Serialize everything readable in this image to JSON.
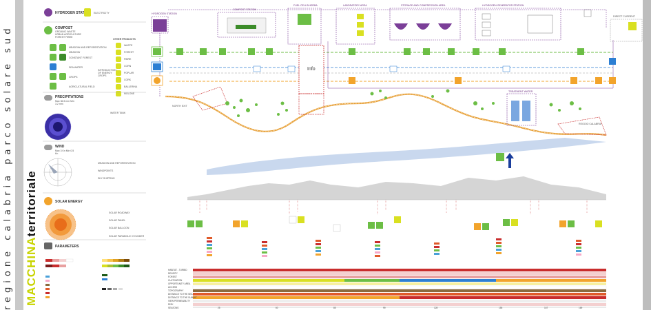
{
  "side_text": "regione calabria parco solare sud",
  "strip_text": "territoriale",
  "title_a": "MACCHINA",
  "title_b": "territoriale",
  "legend": {
    "hydrogen_station": "HYDROGEN STATION",
    "electricity": "ELECTRICITY",
    "compost": "COMPOST",
    "compost_sub": "ORGANIC WASTE  URBAN  AGRICULTURE  FOREST  FIBRE",
    "precipitation": "PRECIPITATIONS",
    "precip_sub": "Max 36.5 mm  Min 3.2 mm",
    "wind": "WIND",
    "wind_sub": "Max 3 Kn  Min 0.5 Kn",
    "solar": "SOLAR ENERGY",
    "parameters": "PARAMETERS",
    "items": [
      "MEADOW AND REFORESTATION",
      "MEADOW",
      "CONSTANT FOREST",
      "SEA WATER",
      "CROPS",
      "AGRICULTURAL FIELD",
      "WATER TANK",
      "MEADOW AND REFORESTATION",
      "WINDPOINTS",
      "SKY SHIPPING",
      "SOLAR ROADWAY",
      "SOLAR PANEL",
      "SOLAR BALLOON",
      "SOLAR PARABOLIC CYLINDER"
    ],
    "other_products": "OTHER PRODUCTS",
    "products": [
      "WASTE",
      "FOREST",
      "FIBRE",
      "CORN",
      "POPLAR",
      "CORK",
      "BALLERINA",
      "MOLONE"
    ],
    "intro_energy": "INTRODUCTION OF ENERGY CROPS"
  },
  "stations": {
    "hydrogen": "HYDROGEN STATION",
    "compost": "COMPOST STATION",
    "fuel_cell": "FUEL CELLS/HERBA",
    "laboratory": "LABORATORY AREA",
    "storage": "STORAGE AND COMPRESSION AREA",
    "hydrogen_gen": "HYDROGEN GENERATOR STATION",
    "direct_current": "DIRECT CURRENT",
    "info": "Info",
    "treatment": "TREATMENT WATER",
    "reggio": "REGGIO CALABRIA",
    "nord": "NORTH EXIT"
  },
  "table_rows": [
    "HABITAT - TURBID",
    "DENSITY",
    "FOREST",
    "CULTIVATION",
    "OPPORTUNITY AREA",
    "ACCESS",
    "TOPOGRAPHY",
    "DISTANCE TO THE SEA",
    "DISTANCE TO THE SUMMIT",
    "VIEW PERMEABILITY",
    "RISK",
    "SEASONS"
  ],
  "km_labels": [
    "25",
    "60",
    "85",
    "99",
    "128",
    "155",
    "167",
    "169"
  ],
  "colors": {
    "green": "#6cbe45",
    "orange": "#f2a42c",
    "purple": "#7b3f98",
    "blue": "#2d7fd3",
    "yellow": "#d9e021",
    "road": "#e8a33d"
  }
}
